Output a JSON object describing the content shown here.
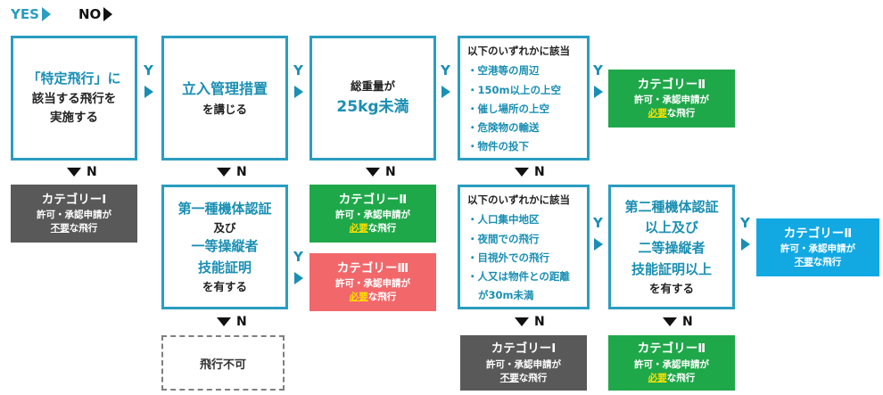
{
  "legend": {
    "yes": "YES",
    "no": "NO",
    "yes_color": "#2a9dc0",
    "no_color": "#111111"
  },
  "yes_marker": "Y",
  "no_marker": "N",
  "boxes": {
    "tokutei": {
      "line1": "「特定飛行」に",
      "line2": "該当する飛行を",
      "line3": "実施する"
    },
    "tachiiri": {
      "line1": "立入管理措置",
      "line2": "を講じる"
    },
    "weight": {
      "line1": "総重量が",
      "line2": "25kg未満"
    },
    "list_a": {
      "head": "以下のいずれかに該当",
      "items": [
        "・空港等の周辺",
        "・150m以上の上空",
        "・催し場所の上空",
        "・危険物の輸送",
        "・物件の投下"
      ]
    },
    "ichishu": {
      "line1": "第一種機体認証",
      "line2": "及び",
      "line3": "一等操縦者",
      "line4": "技能証明",
      "line5": "を有する"
    },
    "list_b": {
      "head": "以下のいずれかに該当",
      "items": [
        "・人口集中地区",
        "・夜間での飛行",
        "・目視外での飛行",
        "・人又は物件との距離"
      ],
      "cont": "が30m未満"
    },
    "nishu": {
      "line1": "第二種機体認証",
      "line2": "以上及び",
      "line3": "二等操縦者",
      "line4": "技能証明以上",
      "line5": "を有する"
    },
    "fuka": {
      "label": "飛行不可"
    }
  },
  "categories": {
    "cat2_top": {
      "title": "カテゴリーⅡ",
      "l1": "許可・承認申請が",
      "em": "必要",
      "rest": "な飛行"
    },
    "cat1_left": {
      "title": "カテゴリーⅠ",
      "l1": "許可・承認申請が",
      "em": "不要",
      "rest": "な飛行"
    },
    "cat2_mid": {
      "title": "カテゴリーⅡ",
      "l1": "許可・承認申請が",
      "em": "必要",
      "rest": "な飛行"
    },
    "cat3": {
      "title": "カテゴリーⅢ",
      "l1": "許可・承認申請が",
      "em": "必要",
      "rest": "な飛行"
    },
    "cat2_right": {
      "title": "カテゴリーⅡ",
      "l1": "許可・承認申請が",
      "em": "不要",
      "rest": "な飛行"
    },
    "cat1_bottom": {
      "title": "カテゴリーⅠ",
      "l1": "許可・承認申請が",
      "em": "不要",
      "rest": "な飛行"
    },
    "cat2_bottom": {
      "title": "カテゴリーⅡ",
      "l1": "許可・承認申請が",
      "em": "必要",
      "rest": "な飛行"
    }
  },
  "colors": {
    "frame": "#2a9dc0",
    "green": "#1fa84a",
    "gray": "#595959",
    "red": "#f2676a",
    "blue": "#12a9e3",
    "highlight": "#ffe000"
  }
}
